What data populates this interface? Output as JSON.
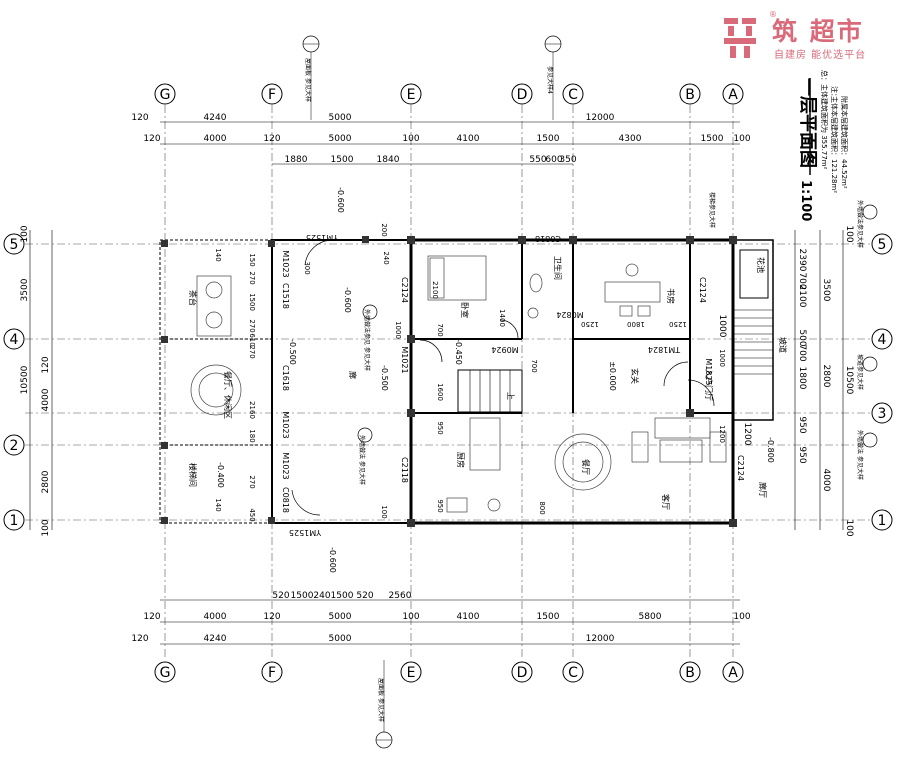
{
  "title": "一层平面图",
  "scale": "1:100",
  "areas": {
    "total": "总：主体建筑面积为 355.77m²",
    "floor": "主体本层建筑面积：121.28m²",
    "floor_prefix": "注：",
    "yard": "附属本层建筑面积：44.52m²"
  },
  "logo": {
    "name": "筑 超市",
    "sub": "自建房 能优选平台",
    "reg": "®"
  },
  "axes": {
    "vertical": [
      "G",
      "F",
      "E",
      "D",
      "C",
      "B",
      "A"
    ],
    "horizontal": [
      "5",
      "4",
      "3",
      "2",
      "1"
    ]
  },
  "dims": {
    "top_outer": [
      "120",
      "4240",
      "5000",
      "12000"
    ],
    "top_mid": [
      "120",
      "4000",
      "120",
      "5000",
      "100",
      "4100",
      "1500",
      "4300",
      "1500",
      "100"
    ],
    "top_inner": [
      "1880",
      "1500",
      "1840",
      "550",
      "600",
      "350"
    ],
    "bottom_inner": [
      "520",
      "1500",
      "240",
      "1500",
      "520",
      "2560"
    ],
    "bottom_mid": [
      "120",
      "4000",
      "120",
      "5000",
      "100",
      "4100",
      "1500",
      "5800",
      "100"
    ],
    "bottom_outer": [
      "120",
      "4240",
      "5000",
      "12000"
    ],
    "left": [
      "100",
      "3500",
      "120",
      "4000",
      "10500",
      "2800",
      "100"
    ],
    "right": [
      "100",
      "3500",
      "2800",
      "4000",
      "10500",
      "100",
      "2390",
      "700",
      "2100",
      "500",
      "700",
      "1800",
      "950",
      "950",
      "1200",
      "1000"
    ]
  },
  "rooms": {
    "bedroom": "卧室",
    "bath": "卫生间",
    "study": "书房",
    "hall": "玄关",
    "kitchen": "厨房",
    "dining": "餐厅",
    "living": "客厅",
    "entry": "入户门厅",
    "garden": "花池",
    "porch_dining": "餐厅、休闲区",
    "corridor": "廊",
    "tea": "茶台",
    "stairs": "楼梯间",
    "up": "上",
    "lobby": "廊厅",
    "ramp": "坡道"
  },
  "levels": [
    "±0.000",
    "-0.450",
    "-0.500",
    "-0.500",
    "-0.600",
    "-0.600",
    "-0.400",
    "-0.800",
    "-0.600"
  ],
  "openings": [
    "YM1525",
    "YM1525",
    "C0818",
    "C2124",
    "C2124",
    "C2124",
    "C2118",
    "C1518",
    "C1618",
    "M1023",
    "M1023",
    "M1023",
    "M1021",
    "M0824",
    "M0924",
    "TM1824",
    "M1825",
    "C0818"
  ],
  "dim_inner": [
    "2100",
    "1800",
    "1250",
    "1250",
    "1400",
    "700",
    "1600",
    "1200",
    "700",
    "950",
    "950",
    "1000",
    "270",
    "1500",
    "270",
    "610",
    "270",
    "180",
    "450",
    "270",
    "240",
    "140",
    "140",
    "150",
    "100",
    "2160",
    "800",
    "200",
    "1000",
    "300"
  ],
  "notes": {
    "top_a": "屋面板 参见大样",
    "top_b": "参见大样4",
    "bot": "屋面板 参见大样",
    "porch": "外墙做法参见 参见大样",
    "side": "外墙做法 参见大样",
    "right_a": "外墙做法参见大样",
    "right_b": "外墙做法 参见大样",
    "r_ramp": "坡道参见大样",
    "stair": "楼梯参见大样"
  }
}
